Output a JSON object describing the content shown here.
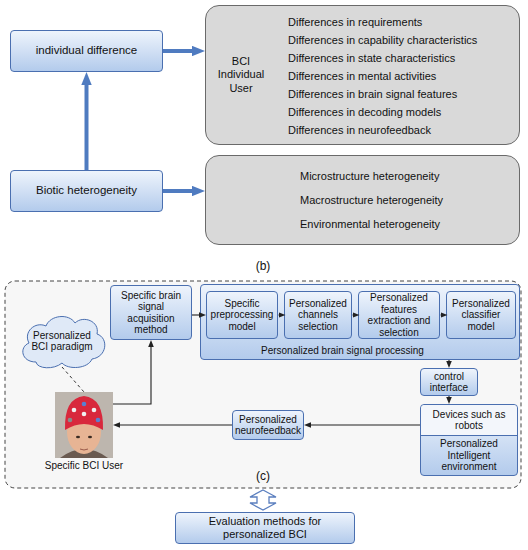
{
  "diagram": {
    "nodes": [
      {
        "text": [
          "individual difference"
        ]
      },
      {
        "text": [
          "BCI Individual User",
          "Differences in requirements",
          "Differences in capability characteristics",
          "Differences in state characteristics",
          "Differences in mental activities",
          "Differences in brain signal features",
          "Differences in decoding models",
          "Differences in neurofeedback"
        ]
      },
      {
        "text": [
          "Biotic heterogeneity"
        ]
      },
      {
        "text": [
          "Microstructure heterogeneity",
          "Macrostructure heterogeneity",
          "Environmental heterogeneity"
        ]
      },
      {
        "text": [
          "Specific brain signal acquisition method"
        ]
      },
      {
        "text": [
          "Personalized brain signal processing"
        ]
      },
      {
        "text": [
          "Specific preprocessing model"
        ],
        "in": 5
      },
      {
        "text": [
          "Personalized channels selection"
        ],
        "in": 5
      },
      {
        "text": [
          "Personalized features extraction and selection"
        ],
        "in": 5
      },
      {
        "text": [
          "Personalized classifier model"
        ],
        "in": 5
      },
      {
        "text": [
          "Personalized BCI paradigm"
        ]
      },
      {
        "text": [
          "control interface"
        ]
      },
      {
        "text": [
          "Specific BCI User"
        ]
      },
      {
        "text": [
          "Personalized neurofeedback"
        ]
      },
      {
        "text": [
          "Devices such as robots",
          "Personalized Intelligent environment"
        ]
      },
      {
        "text": [
          "Evaluation methods for personalized BCI"
        ]
      }
    ],
    "edges": [
      {
        "from": 2,
        "to": 0,
        "arrow": "to"
      },
      {
        "from": 0,
        "to": 1,
        "arrow": "to"
      },
      {
        "from": 2,
        "to": 3,
        "arrow": "to"
      },
      {
        "from": 4,
        "to": 6,
        "arrow": "to"
      },
      {
        "from": 6,
        "to": 7,
        "arrow": "to"
      },
      {
        "from": 7,
        "to": 8,
        "arrow": "to"
      },
      {
        "from": 8,
        "to": 9,
        "arrow": "to"
      },
      {
        "from": 5,
        "to": 11,
        "arrow": "to"
      },
      {
        "from": 11,
        "to": 14,
        "arrow": "to"
      },
      {
        "from": 14,
        "to": 13,
        "arrow": "to"
      },
      {
        "from": 13,
        "to": 12,
        "arrow": "to"
      },
      {
        "from": 12,
        "to": 4,
        "arrow": "to"
      },
      {
        "from": 10,
        "to": 12,
        "arrow": "none"
      }
    ],
    "labels": [
      "(b)",
      "(c)"
    ]
  }
}
